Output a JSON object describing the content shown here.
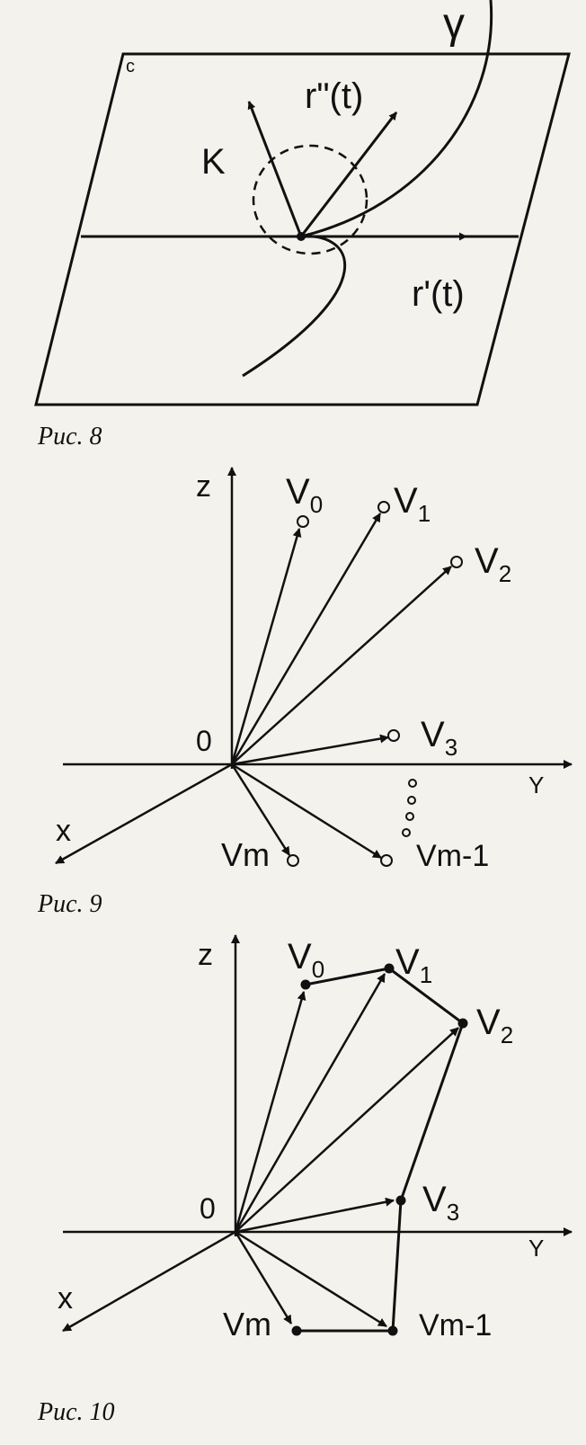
{
  "figures": [
    {
      "caption": "Рис. 8",
      "labels": {
        "gamma": "γ",
        "c": "c",
        "K": "K",
        "r2": "r\"(t)",
        "r1": "r'(t)"
      }
    },
    {
      "caption": "Рис. 9",
      "labels": {
        "z": "z",
        "origin": "0",
        "y": "Y",
        "x": "x",
        "v0": "V",
        "v0_sub": "0",
        "v1": "V",
        "v1_sub": "1",
        "v2": "V",
        "v2_sub": "2",
        "v3": "V",
        "v3_sub": "3",
        "vm": "Vm",
        "vm1": "Vm-1"
      }
    },
    {
      "caption": "Рис. 10",
      "labels": {
        "z": "z",
        "origin": "0",
        "y": "Y",
        "x": "x",
        "v0": "V",
        "v0_sub": "0",
        "v1": "V",
        "v1_sub": "1",
        "v2": "V",
        "v2_sub": "2",
        "v3": "V",
        "v3_sub": "3",
        "vm": "Vm",
        "vm1": "Vm-1"
      }
    }
  ]
}
